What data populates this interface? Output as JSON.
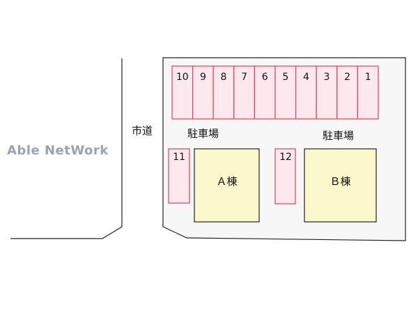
{
  "watermark": "Able NetWork",
  "road_label": "市道",
  "parking_label_1": "駐車場",
  "parking_label_2": "駐車場",
  "top_row_spaces": [
    "10",
    "9",
    "8",
    "7",
    "6",
    "5",
    "4",
    "3",
    "2",
    "1"
  ],
  "side_space_a": "11",
  "side_space_b": "12",
  "building_a": "Ａ棟",
  "building_b": "Ｂ棟",
  "colors": {
    "lot_fill": "#f7f7f7",
    "parking_fill": "#fde8ee",
    "parking_stroke": "#e0405a",
    "building_fill": "#fbf8cc",
    "outline": "#222222"
  }
}
